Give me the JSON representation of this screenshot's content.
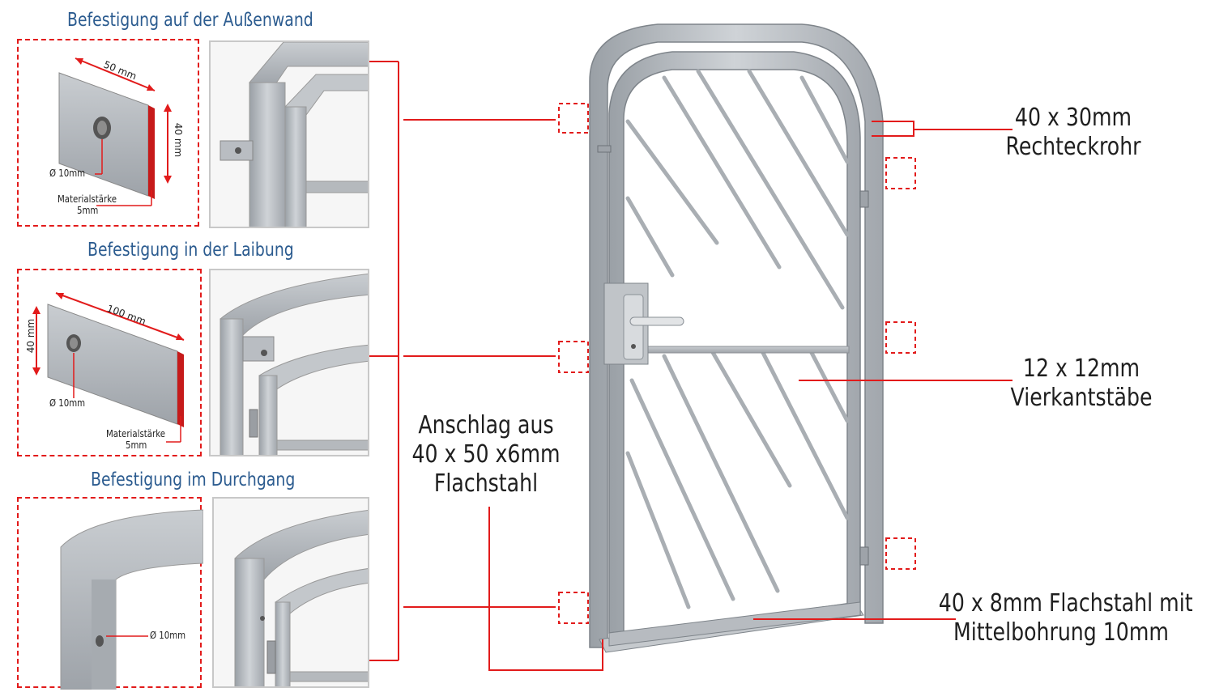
{
  "sections": [
    {
      "title": "Befestigung auf der Außenwand"
    },
    {
      "title": "Befestigung in der Laibung"
    },
    {
      "title": "Befestigung im Durchgang"
    }
  ],
  "plate1": {
    "width_label": "50 mm",
    "height_label": "40 mm",
    "hole_label": "Ø 10mm",
    "thickness_label": "Materialstärke",
    "thickness_value": "5mm"
  },
  "plate2": {
    "width_label": "100 mm",
    "height_label": "40 mm",
    "hole_label": "Ø 10mm",
    "thickness_label": "Materialstärke",
    "thickness_value": "5mm"
  },
  "frame3": {
    "hole_label": "Ø 10mm"
  },
  "callouts": {
    "tube_line1": "40 x 30mm",
    "tube_line2": "Rechteckrohr",
    "bars_line1": "12 x 12mm",
    "bars_line2": "Vierkantstäbe",
    "stop_line1": "Anschlag aus",
    "stop_line2": "40 x 50 x6mm",
    "stop_line3": "Flachstahl",
    "flat_line1": "40 x 8mm Flachstahl mit",
    "flat_line2": "Mittelbohrung 10mm"
  },
  "colors": {
    "accent": "#e21b1b",
    "title_blue": "#2b5b8f",
    "steel": "#b9bcc0",
    "steel_dark": "#8c9096"
  }
}
